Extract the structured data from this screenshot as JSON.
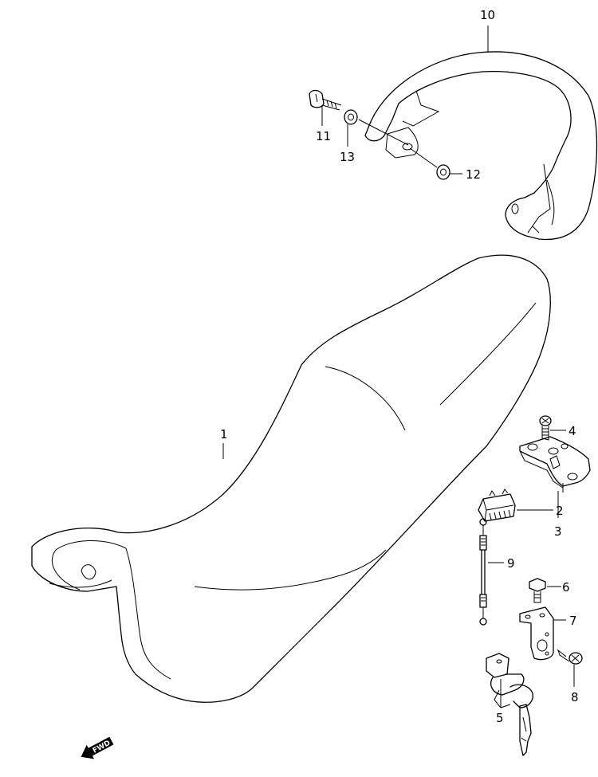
{
  "callouts": {
    "p1": "1",
    "p2": "2",
    "p3": "3",
    "p4": "4",
    "p5": "5",
    "p6": "6",
    "p7": "7",
    "p8": "8",
    "p9": "9",
    "p10": "10",
    "p11": "11",
    "p12": "12",
    "p13": "13"
  },
  "fwd_label": "FWD"
}
